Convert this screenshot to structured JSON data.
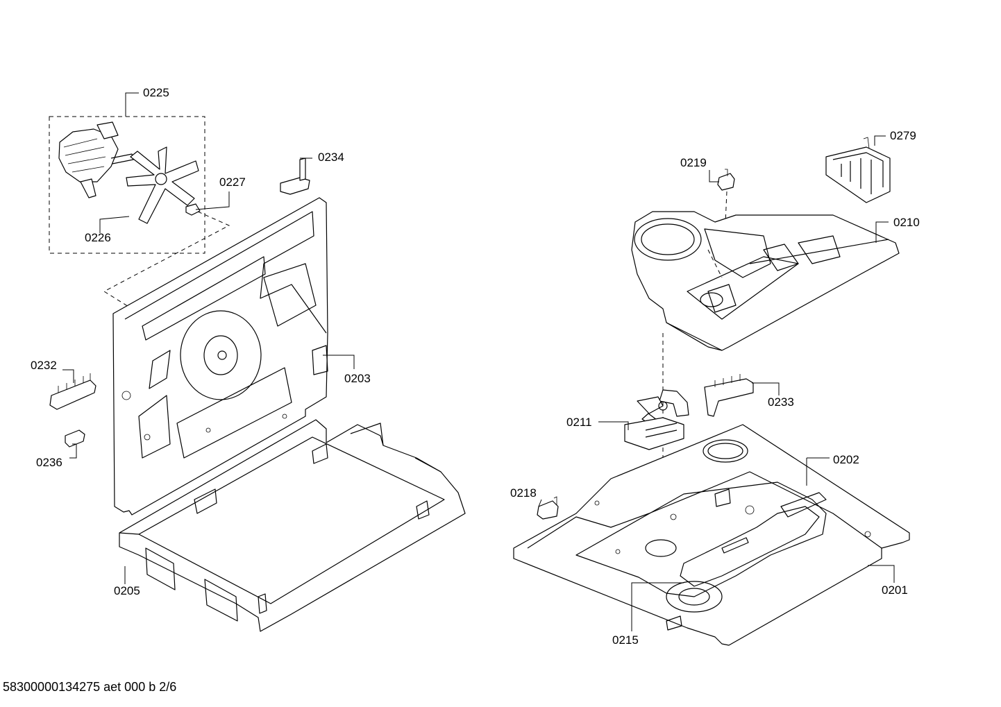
{
  "diagram": {
    "footer_text": "58300000134275 aet 000 b 2/6",
    "labels": {
      "l0225": "0225",
      "l0226": "0226",
      "l0227": "0227",
      "l0234": "0234",
      "l0232": "0232",
      "l0236": "0236",
      "l0203": "0203",
      "l0205": "0205",
      "l0219": "0219",
      "l0279": "0279",
      "l0210": "0210",
      "l0211": "0211",
      "l0233": "0233",
      "l0202": "0202",
      "l0218": "0218",
      "l0201": "0201",
      "l0215": "0215"
    }
  }
}
